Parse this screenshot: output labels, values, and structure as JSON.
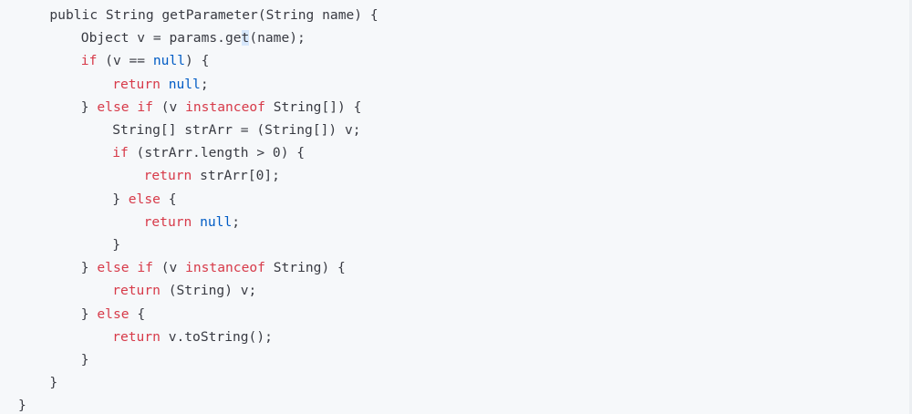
{
  "colors": {
    "background": "#f6f8fa",
    "plain": "#383a42",
    "keyword": "#d73a49",
    "literal": "#005cc5",
    "cursor_highlight": "#d7e7fb"
  },
  "code": {
    "language": "java",
    "lines": [
      {
        "indent": 4,
        "tokens": [
          {
            "t": "public String getParameter(String name) {",
            "k": "plain"
          }
        ]
      },
      {
        "indent": 8,
        "tokens": [
          {
            "t": "Object v = params.ge",
            "k": "plain"
          },
          {
            "t": "t",
            "k": "cursor"
          },
          {
            "t": "(name);",
            "k": "plain"
          }
        ]
      },
      {
        "indent": 8,
        "tokens": [
          {
            "t": "if",
            "k": "kw"
          },
          {
            "t": " (v == ",
            "k": "plain"
          },
          {
            "t": "null",
            "k": "lit"
          },
          {
            "t": ") {",
            "k": "plain"
          }
        ]
      },
      {
        "indent": 12,
        "tokens": [
          {
            "t": "return",
            "k": "kw"
          },
          {
            "t": " ",
            "k": "plain"
          },
          {
            "t": "null",
            "k": "lit"
          },
          {
            "t": ";",
            "k": "plain"
          }
        ]
      },
      {
        "indent": 8,
        "tokens": [
          {
            "t": "} ",
            "k": "plain"
          },
          {
            "t": "else",
            "k": "kw"
          },
          {
            "t": " ",
            "k": "plain"
          },
          {
            "t": "if",
            "k": "kw"
          },
          {
            "t": " (v ",
            "k": "plain"
          },
          {
            "t": "instanceof",
            "k": "kw"
          },
          {
            "t": " String[]) {",
            "k": "plain"
          }
        ]
      },
      {
        "indent": 12,
        "tokens": [
          {
            "t": "String[] strArr = (String[]) v;",
            "k": "plain"
          }
        ]
      },
      {
        "indent": 12,
        "tokens": [
          {
            "t": "if",
            "k": "kw"
          },
          {
            "t": " (strArr.length > 0) {",
            "k": "plain"
          }
        ]
      },
      {
        "indent": 16,
        "tokens": [
          {
            "t": "return",
            "k": "kw"
          },
          {
            "t": " strArr[0];",
            "k": "plain"
          }
        ]
      },
      {
        "indent": 12,
        "tokens": [
          {
            "t": "} ",
            "k": "plain"
          },
          {
            "t": "else",
            "k": "kw"
          },
          {
            "t": " {",
            "k": "plain"
          }
        ]
      },
      {
        "indent": 16,
        "tokens": [
          {
            "t": "return",
            "k": "kw"
          },
          {
            "t": " ",
            "k": "plain"
          },
          {
            "t": "null",
            "k": "lit"
          },
          {
            "t": ";",
            "k": "plain"
          }
        ]
      },
      {
        "indent": 12,
        "tokens": [
          {
            "t": "}",
            "k": "plain"
          }
        ]
      },
      {
        "indent": 8,
        "tokens": [
          {
            "t": "} ",
            "k": "plain"
          },
          {
            "t": "else",
            "k": "kw"
          },
          {
            "t": " ",
            "k": "plain"
          },
          {
            "t": "if",
            "k": "kw"
          },
          {
            "t": " (v ",
            "k": "plain"
          },
          {
            "t": "instanceof",
            "k": "kw"
          },
          {
            "t": " String) {",
            "k": "plain"
          }
        ]
      },
      {
        "indent": 12,
        "tokens": [
          {
            "t": "return",
            "k": "kw"
          },
          {
            "t": " (String) v;",
            "k": "plain"
          }
        ]
      },
      {
        "indent": 8,
        "tokens": [
          {
            "t": "} ",
            "k": "plain"
          },
          {
            "t": "else",
            "k": "kw"
          },
          {
            "t": " {",
            "k": "plain"
          }
        ]
      },
      {
        "indent": 12,
        "tokens": [
          {
            "t": "return",
            "k": "kw"
          },
          {
            "t": " v.toString();",
            "k": "plain"
          }
        ]
      },
      {
        "indent": 8,
        "tokens": [
          {
            "t": "}",
            "k": "plain"
          }
        ]
      },
      {
        "indent": 4,
        "tokens": [
          {
            "t": "}",
            "k": "plain"
          }
        ]
      },
      {
        "indent": 0,
        "tokens": [
          {
            "t": "}",
            "k": "plain"
          }
        ]
      }
    ]
  }
}
